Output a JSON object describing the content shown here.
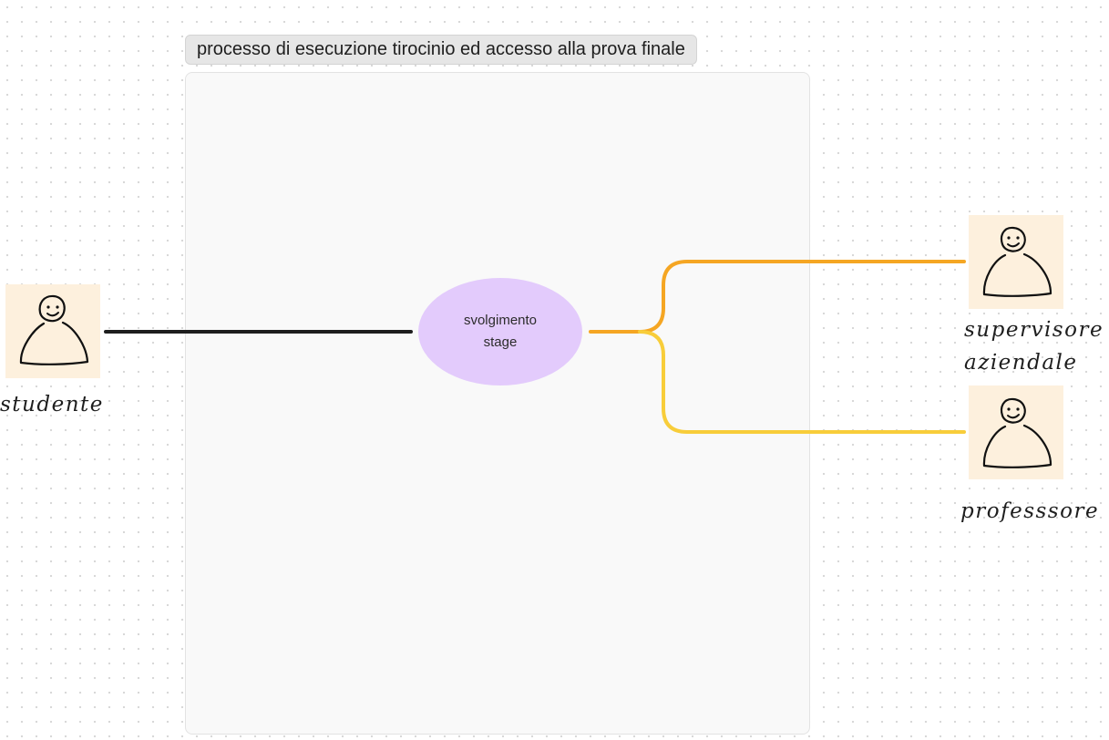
{
  "frame": {
    "title": "processo di esecuzione tirocinio ed accesso alla prova finale"
  },
  "process_node": {
    "label_line1": "svolgimento",
    "label_line2": "stage",
    "color": "#e3cbfc"
  },
  "actors": [
    {
      "id": "studente",
      "label_line1": "studente",
      "label_line2": ""
    },
    {
      "id": "supervisore",
      "label_line1": "supervisore",
      "label_line2": "aziendale"
    },
    {
      "id": "professore",
      "label_line1": "professsore",
      "label_line2": ""
    }
  ],
  "connectors": {
    "studente_color": "#1e1e1e",
    "supervisore_color": "#f5a623",
    "professore_color": "#f8cd3a"
  },
  "colors": {
    "actor_background": "#fdf0dd",
    "frame_background": "#f9f9f9"
  }
}
